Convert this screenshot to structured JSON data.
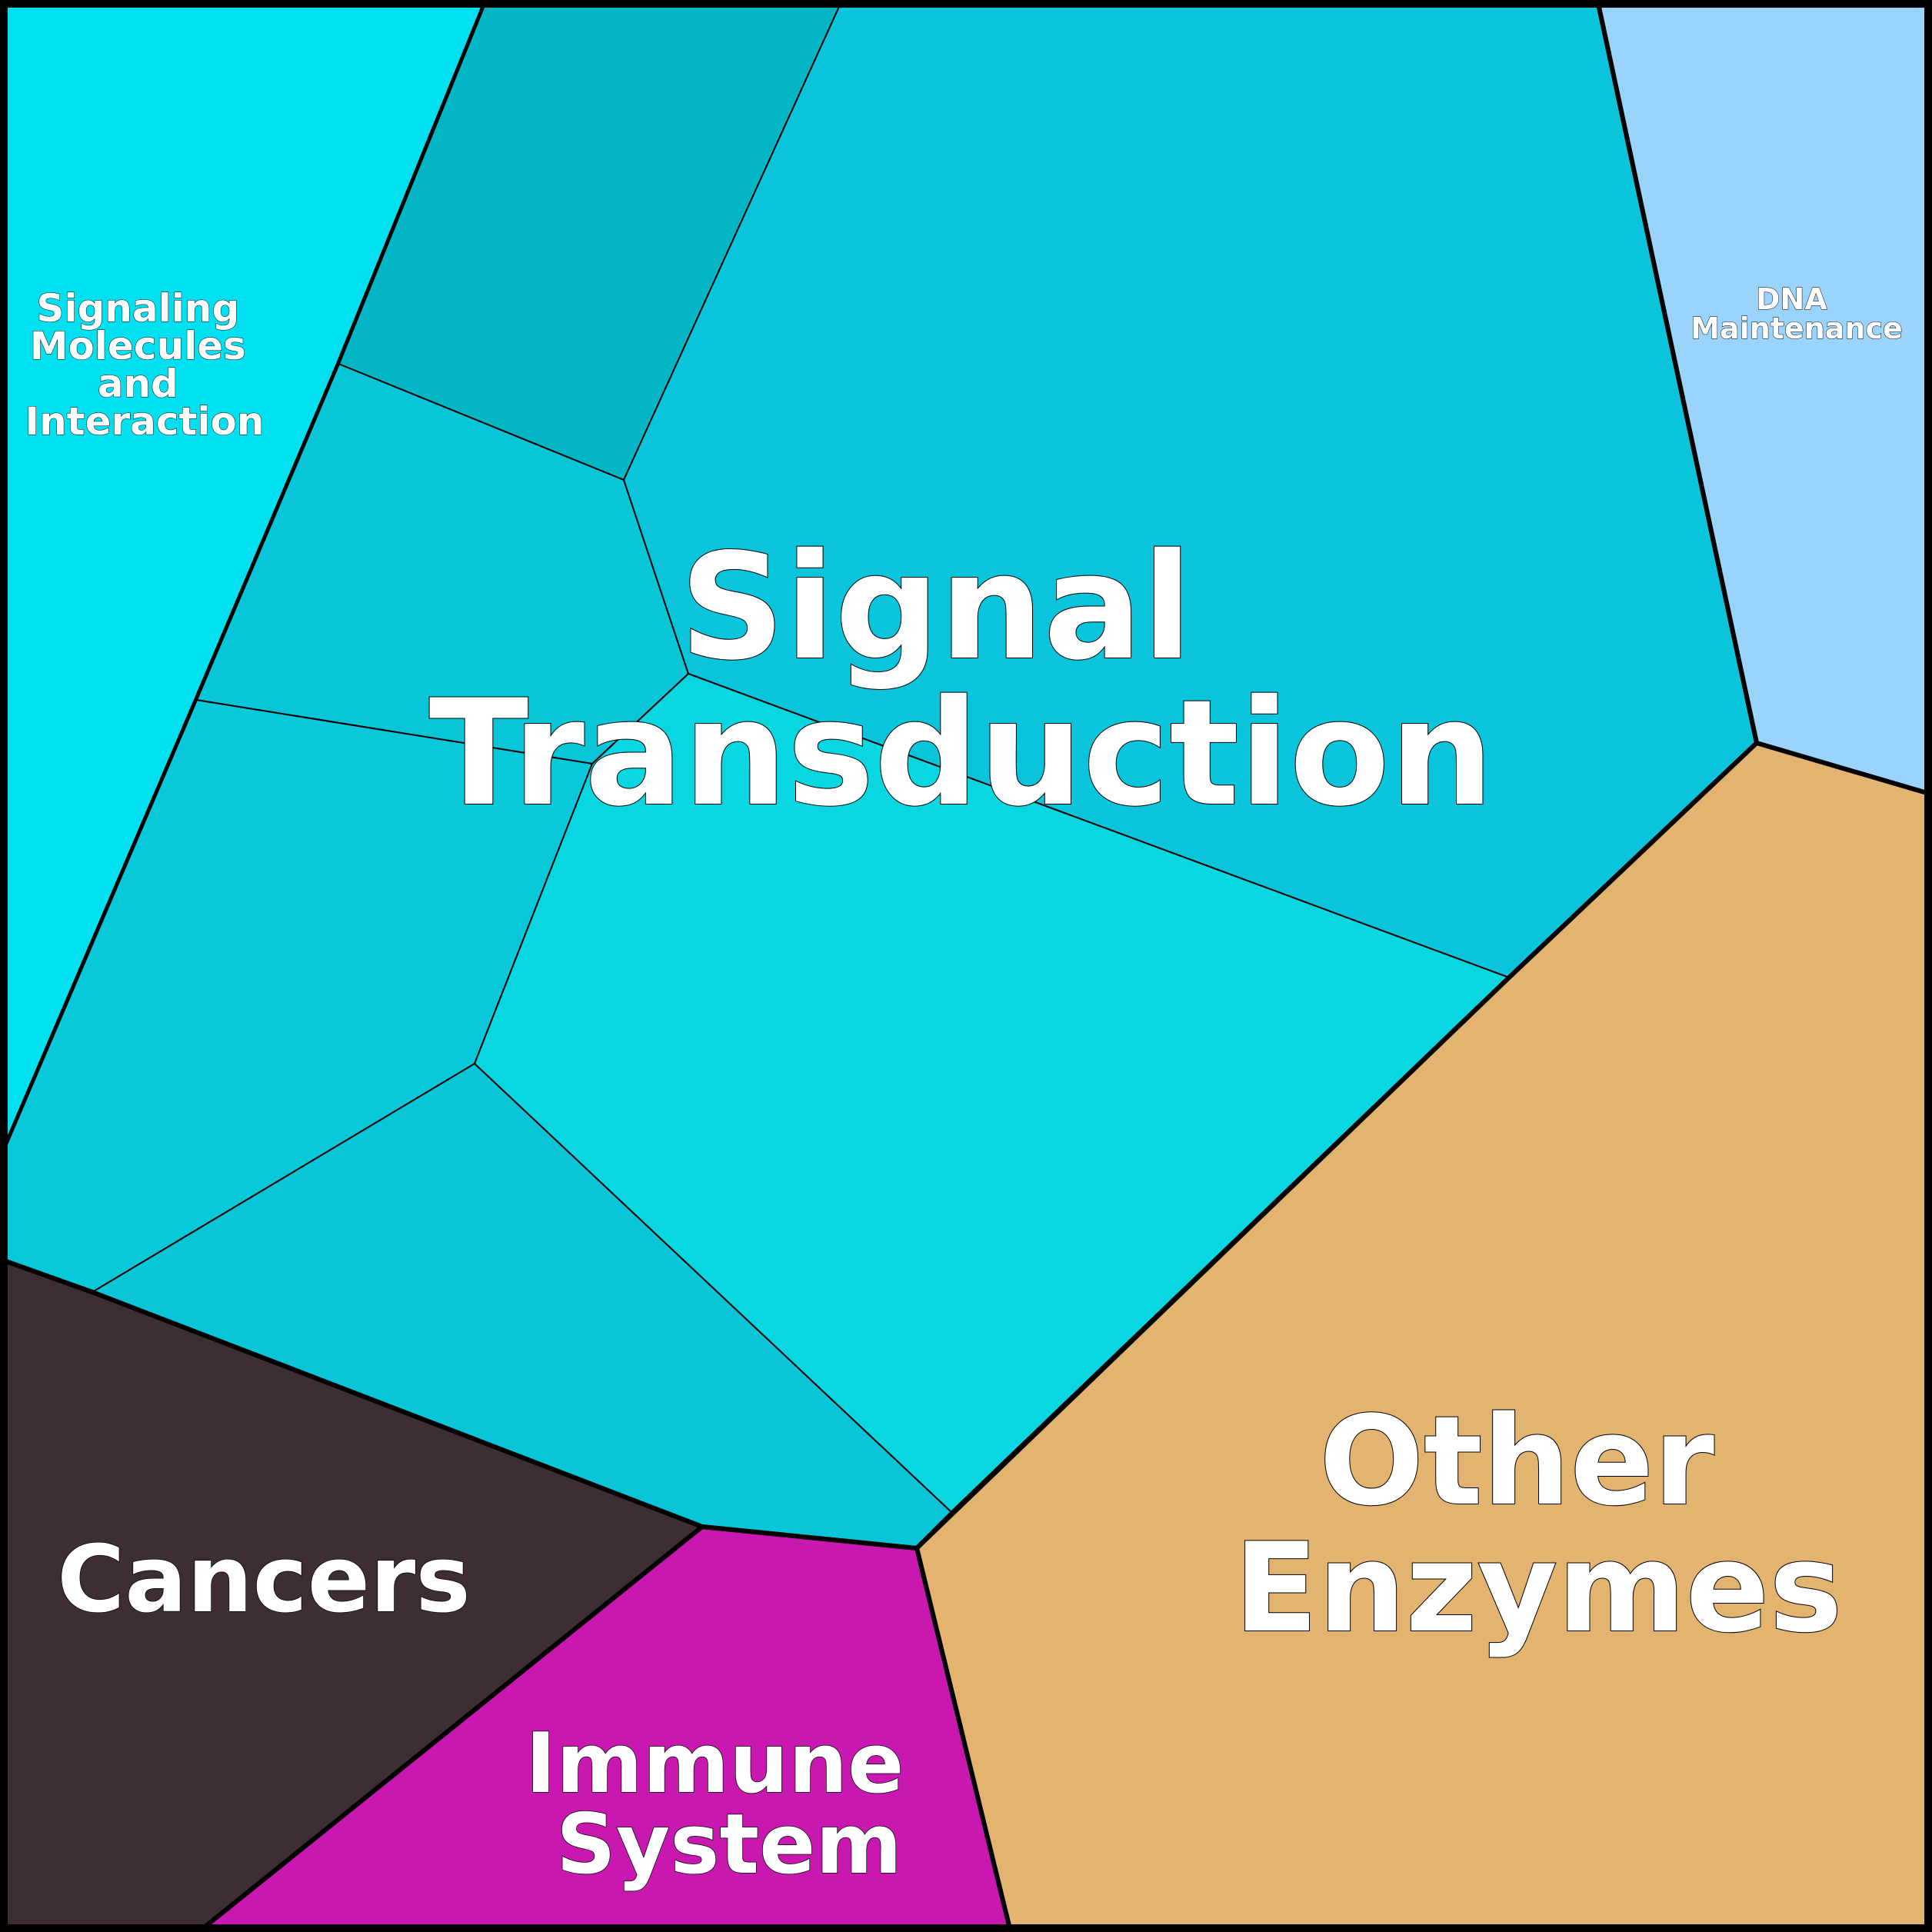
{
  "diagram": {
    "type": "voronoi-treemap",
    "regions": [
      {
        "id": "signal-transduction",
        "label": "Signal Transduction",
        "color": "#0ac4dc"
      },
      {
        "id": "signaling-molecules",
        "label": "Signaling Molecules and Interaction",
        "color": "#00e0f0"
      },
      {
        "id": "dna-maintenance",
        "label": "DNA Maintenance",
        "color": "#9ad4fc"
      },
      {
        "id": "other-enzymes",
        "label": "Other Enzymes",
        "color": "#e2b470"
      },
      {
        "id": "cancers",
        "label": "Cancers",
        "color": "#3e2e34"
      },
      {
        "id": "immune-system",
        "label": "Immune System",
        "color": "#c818b0"
      }
    ],
    "subcell_colors": [
      "#02b6c6",
      "#08c6d8",
      "#08c8da",
      "#08d6e0",
      "#0ac4d8"
    ]
  },
  "labels": {
    "signal_transduction": {
      "line1": "Signal",
      "line2": "Transduction"
    },
    "signaling_molecules": {
      "line1": "Signaling",
      "line2": "Molecules",
      "line3": "and",
      "line4": "Interaction"
    },
    "dna_maintenance": {
      "line1": "DNA",
      "line2": "Maintenance"
    },
    "other_enzymes": {
      "line1": "Other",
      "line2": "Enzymes"
    },
    "cancers": {
      "line1": "Cancers"
    },
    "immune_system": {
      "line1": "Immune",
      "line2": "System"
    }
  }
}
